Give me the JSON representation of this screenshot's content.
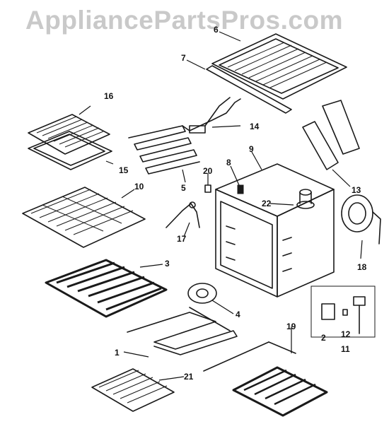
{
  "watermark": "AppliancePartsPros.com",
  "callouts": [
    {
      "id": "c1",
      "text": "1"
    },
    {
      "id": "c2",
      "text": "2"
    },
    {
      "id": "c3",
      "text": "3"
    },
    {
      "id": "c4",
      "text": "4"
    },
    {
      "id": "c5",
      "text": "5"
    },
    {
      "id": "c6",
      "text": "6"
    },
    {
      "id": "c7",
      "text": "7"
    },
    {
      "id": "c8",
      "text": "8"
    },
    {
      "id": "c9",
      "text": "9"
    },
    {
      "id": "c10",
      "text": "10"
    },
    {
      "id": "c11",
      "text": "11"
    },
    {
      "id": "c12",
      "text": "12"
    },
    {
      "id": "c13",
      "text": "13"
    },
    {
      "id": "c14",
      "text": "14"
    },
    {
      "id": "c15",
      "text": "15"
    },
    {
      "id": "c16",
      "text": "16"
    },
    {
      "id": "c17",
      "text": "17"
    },
    {
      "id": "c18",
      "text": "18"
    },
    {
      "id": "c19",
      "text": "19"
    },
    {
      "id": "c20",
      "text": "20"
    },
    {
      "id": "c21",
      "text": "21"
    },
    {
      "id": "c22",
      "text": "22"
    }
  ]
}
